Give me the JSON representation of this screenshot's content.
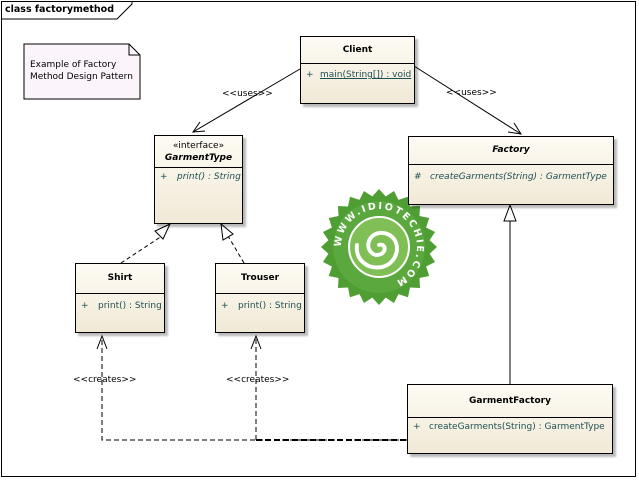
{
  "diagram": {
    "title": "class factorymethod"
  },
  "note": {
    "lines": [
      "Example of Factory",
      "Method Design Pattern"
    ]
  },
  "classes": {
    "client": {
      "name": "Client",
      "operation": {
        "visibility": "+",
        "signature": "main(String[]) : void"
      }
    },
    "garment_type": {
      "stereotype": "«interface»",
      "name": "GarmentType",
      "operation": {
        "visibility": "+",
        "signature": "print() : String"
      }
    },
    "factory": {
      "name": "Factory",
      "operation": {
        "visibility": "#",
        "signature": "createGarments(String) : GarmentType"
      }
    },
    "shirt": {
      "name": "Shirt",
      "operation": {
        "visibility": "+",
        "signature": "print() : String"
      }
    },
    "trouser": {
      "name": "Trouser",
      "operation": {
        "visibility": "+",
        "signature": "print() : String"
      }
    },
    "garment_factory": {
      "name": "GarmentFactory",
      "operation": {
        "visibility": "+",
        "signature": "createGarments(String) : GarmentType"
      }
    }
  },
  "relations": {
    "uses_left": "<<uses>>",
    "uses_right": "<<uses>>",
    "creates_shirt": "<<creates>>",
    "creates_trouser": "<<creates>>"
  },
  "watermark": {
    "text": "WWW.IDIOTECHIE.COM",
    "colors": {
      "outer": "#4e9e34",
      "inner": "#7fbf55",
      "swirl": "#ffffff"
    }
  }
}
